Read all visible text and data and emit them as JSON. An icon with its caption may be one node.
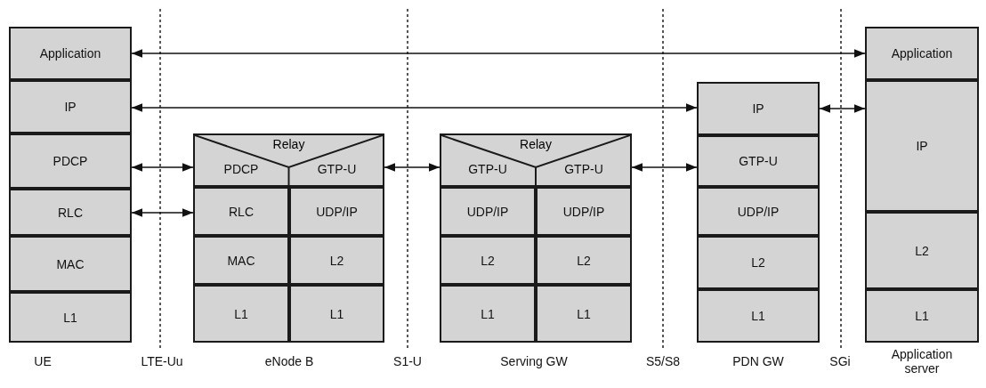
{
  "diagram": {
    "nodes": [
      {
        "text": [
          "Application"
        ]
      },
      {
        "text": [
          "IP"
        ]
      },
      {
        "text": [
          "PDCP"
        ]
      },
      {
        "text": [
          "RLC"
        ]
      },
      {
        "text": [
          "MAC"
        ]
      },
      {
        "text": [
          "L1"
        ]
      },
      {
        "text": [
          "Relay"
        ]
      },
      {
        "text": [
          "PDCP"
        ],
        "in": 6
      },
      {
        "text": [
          "GTP-U"
        ],
        "in": 6
      },
      {
        "text": [
          "RLC"
        ]
      },
      {
        "text": [
          "UDP/IP"
        ]
      },
      {
        "text": [
          "MAC"
        ]
      },
      {
        "text": [
          "L2"
        ]
      },
      {
        "text": [
          "L1"
        ]
      },
      {
        "text": [
          "L1"
        ]
      },
      {
        "text": [
          "Relay"
        ]
      },
      {
        "text": [
          "GTP-U"
        ],
        "in": 15
      },
      {
        "text": [
          "GTP-U"
        ],
        "in": 15
      },
      {
        "text": [
          "UDP/IP"
        ]
      },
      {
        "text": [
          "UDP/IP"
        ]
      },
      {
        "text": [
          "L2"
        ]
      },
      {
        "text": [
          "L2"
        ]
      },
      {
        "text": [
          "L1"
        ]
      },
      {
        "text": [
          "L1"
        ]
      },
      {
        "text": [
          "IP"
        ]
      },
      {
        "text": [
          "GTP-U"
        ]
      },
      {
        "text": [
          "UDP/IP"
        ]
      },
      {
        "text": [
          "L2"
        ]
      },
      {
        "text": [
          "L1"
        ]
      },
      {
        "text": [
          "Application"
        ]
      },
      {
        "text": [
          "IP"
        ]
      },
      {
        "text": [
          "L2"
        ]
      },
      {
        "text": [
          "L1"
        ]
      }
    ],
    "edges": [
      {
        "from": 0,
        "to": 29,
        "arrow": "both"
      },
      {
        "from": 1,
        "to": 24,
        "arrow": "both"
      },
      {
        "from": 24,
        "to": 30,
        "arrow": "both"
      },
      {
        "from": 2,
        "to": 7,
        "arrow": "both"
      },
      {
        "from": 3,
        "to": 9,
        "arrow": "both"
      },
      {
        "from": 8,
        "to": 16,
        "arrow": "both"
      },
      {
        "from": 17,
        "to": 25,
        "arrow": "both"
      }
    ],
    "labels": [
      "UE",
      "LTE-Uu",
      "eNode B",
      "S1-U",
      "Serving GW",
      "S5/S8",
      "PDN GW",
      "SGi",
      "Application server"
    ]
  }
}
